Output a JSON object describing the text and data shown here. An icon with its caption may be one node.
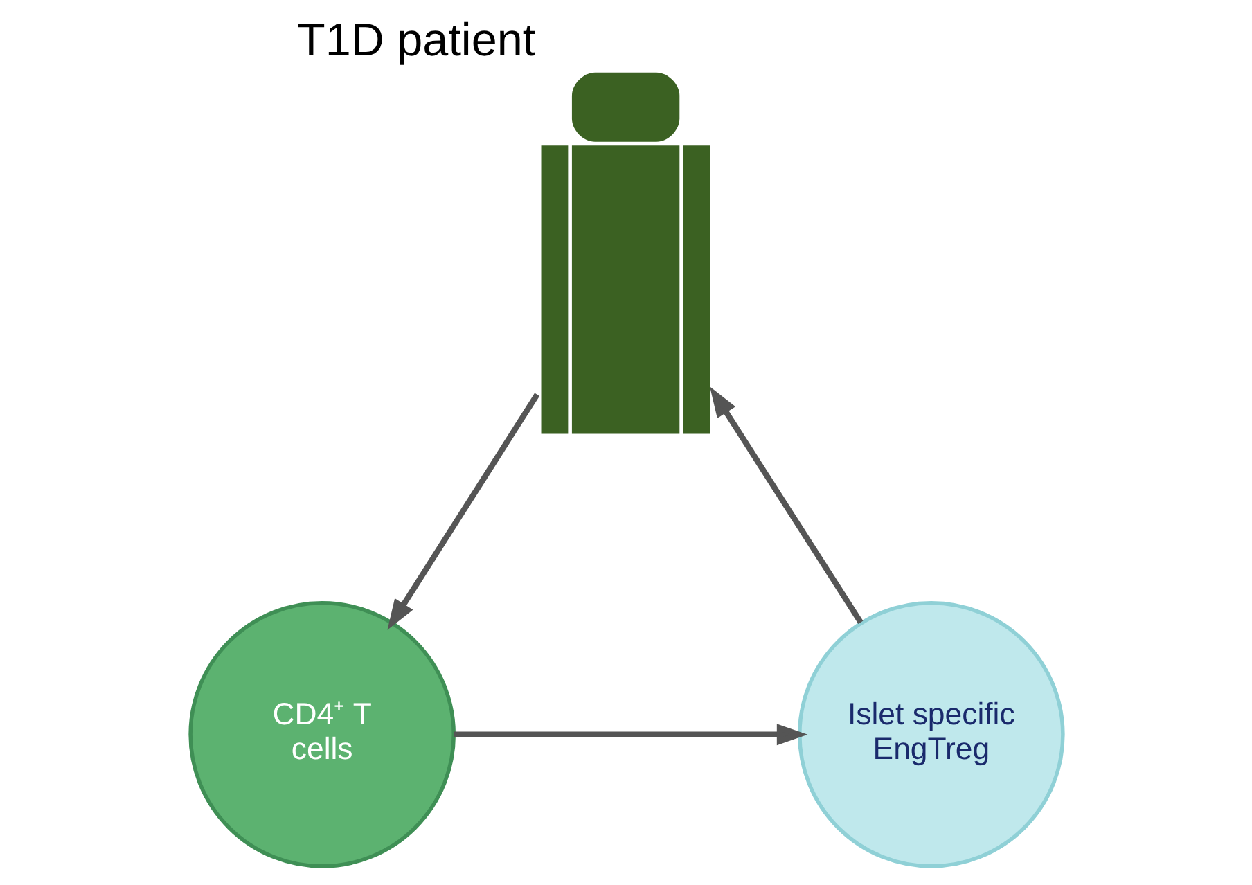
{
  "diagram": {
    "nodes": [
      {
        "text": [],
        "shape": "person",
        "beside": [
          "T1D patient"
        ]
      },
      {
        "text": [
          "CD4⁺ T cells"
        ]
      },
      {
        "text": [
          "Islet specific EngTreg"
        ]
      }
    ],
    "edges": [
      {
        "from": 0,
        "to": 1,
        "arrow": "to"
      },
      {
        "from": 1,
        "to": 2,
        "arrow": "to"
      },
      {
        "from": 2,
        "to": 0,
        "arrow": "to"
      }
    ]
  }
}
